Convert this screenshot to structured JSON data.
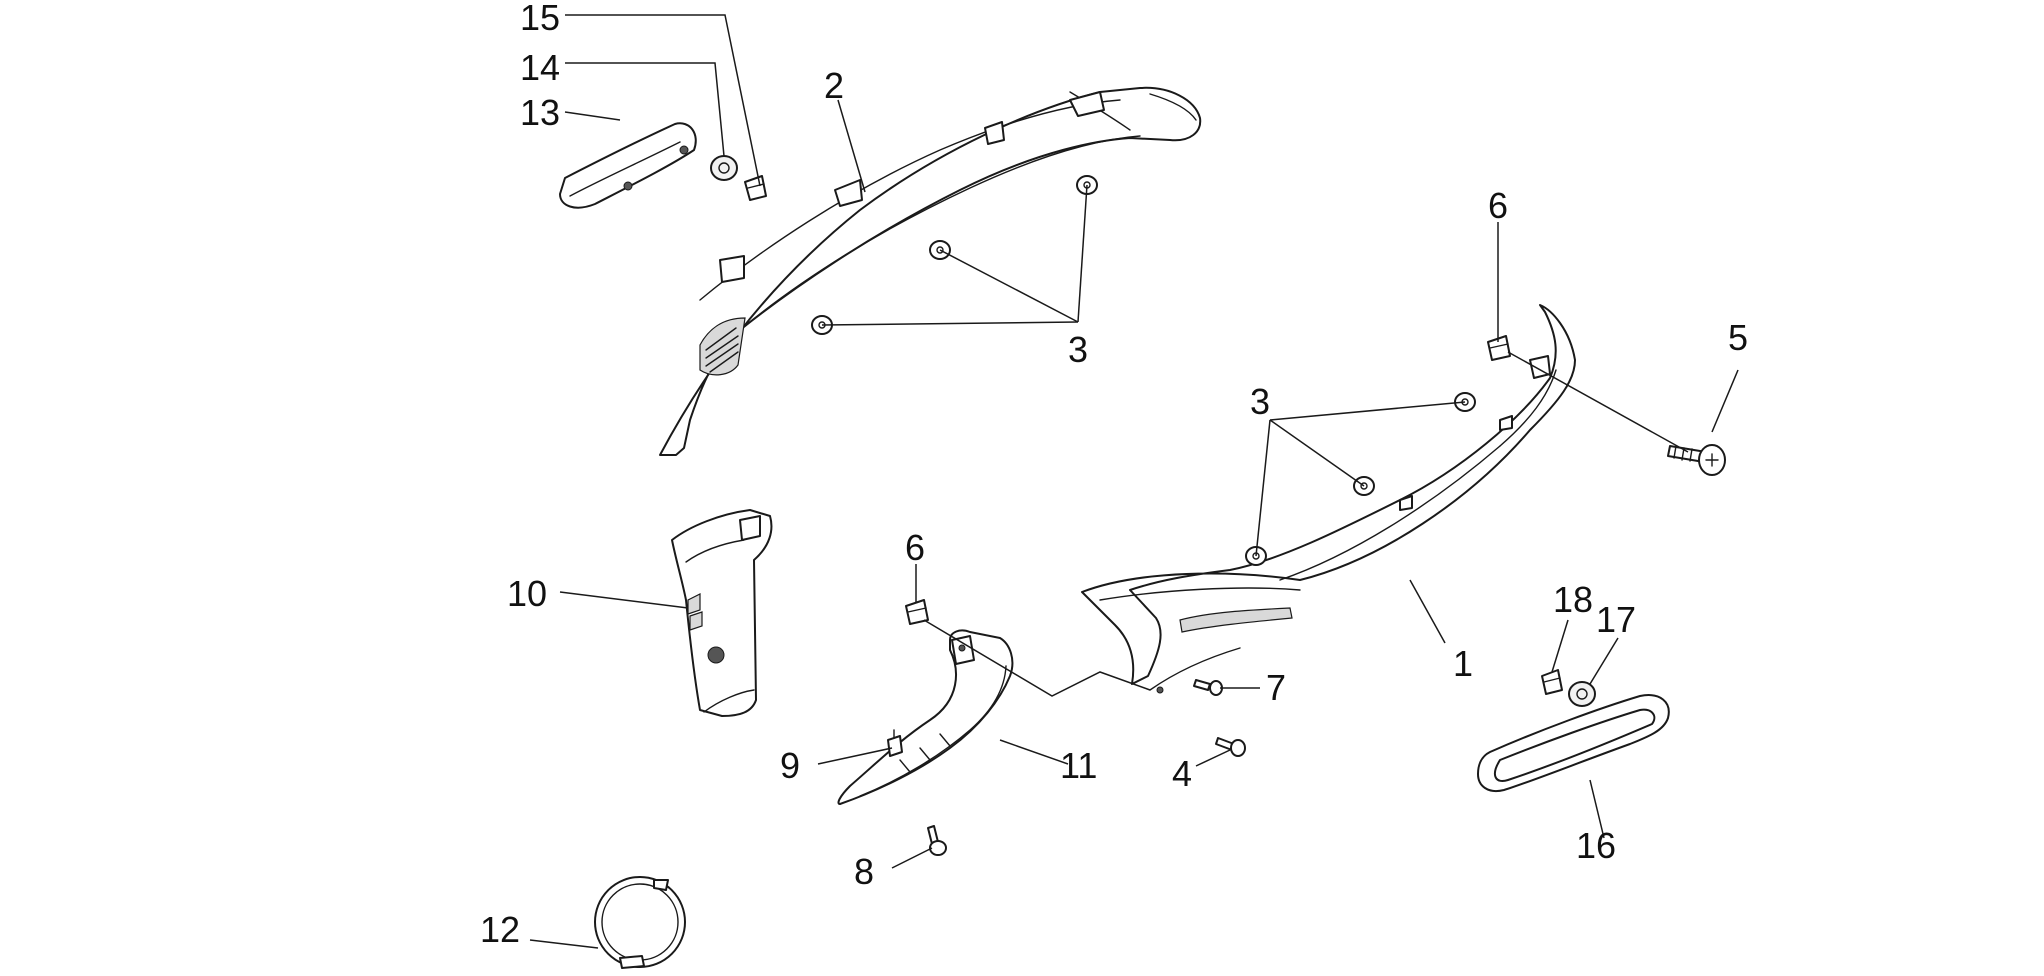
{
  "diagram": {
    "callouts": [
      "15",
      "14",
      "13",
      "2",
      "3",
      "6",
      "5",
      "3",
      "10",
      "6",
      "1",
      "18",
      "17",
      "7",
      "9",
      "11",
      "4",
      "8",
      "16",
      "12"
    ]
  }
}
